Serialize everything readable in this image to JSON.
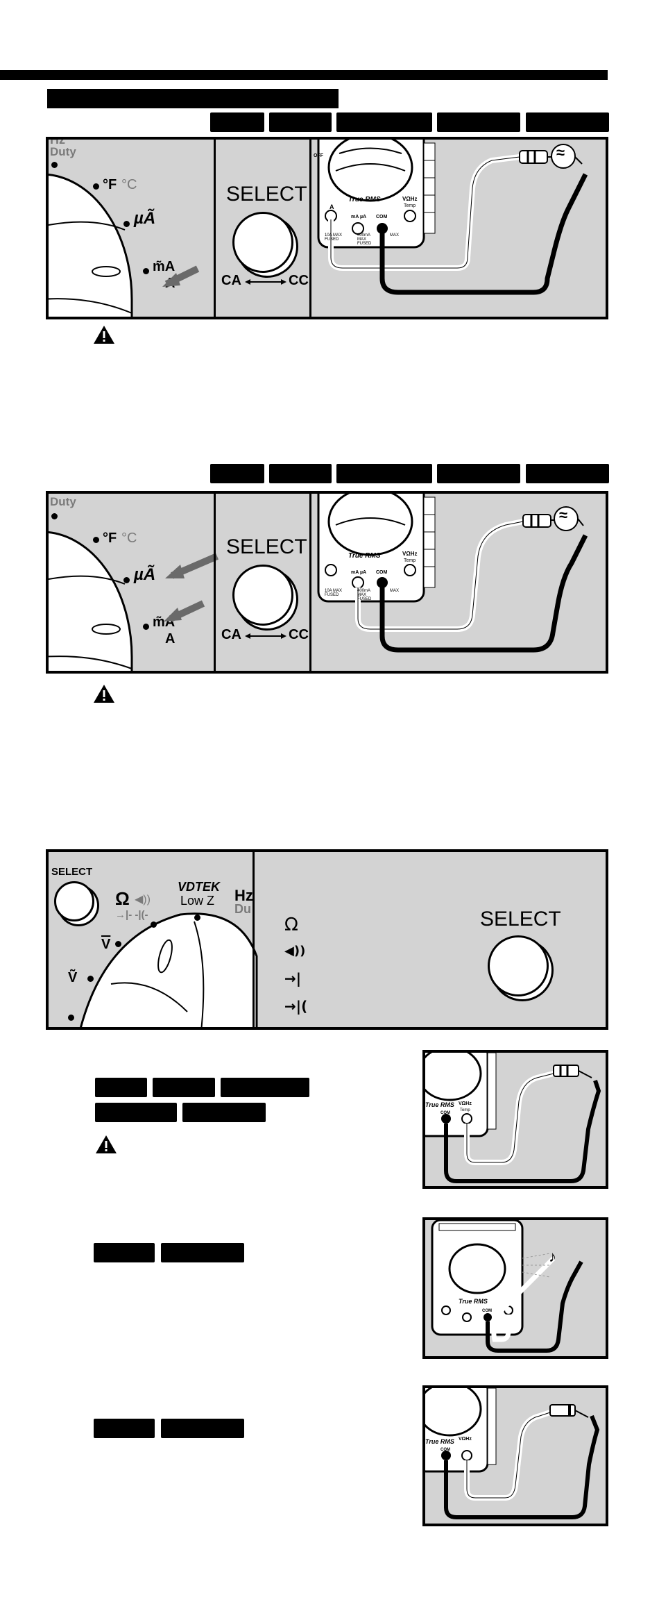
{
  "section1": {
    "labels": {
      "hz": "Hz",
      "duty": "Duty",
      "degF": "°F",
      "degC": "°C",
      "uA": "µÃ",
      "mA": "m̃A",
      "A": "A",
      "select": "SELECT",
      "ca": "CA",
      "cc": "CC"
    },
    "meter": {
      "true_rms": "True RMS",
      "com": "COM",
      "a": "A",
      "ma_ua": "mA µA",
      "vohz": "VΩHz",
      "temp": "Temp",
      "off": "OFF",
      "fused_10a": "10A MAX FUSED",
      "fused_400": "400mA MAX FUSED",
      "max": "MAX"
    },
    "ac_symbol": "≈"
  },
  "section2": {
    "labels": {
      "duty": "Duty",
      "degF": "°F",
      "degC": "°C",
      "uA": "µÃ",
      "mA": "m̃A",
      "A": "A",
      "select": "SELECT",
      "ca": "CA",
      "cc": "CC"
    },
    "meter": {
      "true_rms": "True RMS",
      "com": "COM",
      "ma_ua": "mA µA",
      "vohz": "VΩHz",
      "temp": "Temp",
      "fused_10a": "10A MAX FUSED",
      "fused_400": "400mA MAX FUSED",
      "max": "MAX"
    },
    "ac_symbol": "≈"
  },
  "section3": {
    "labels": {
      "select_small": "SELECT",
      "ohm": "Ω",
      "vdtek": "VDTEK",
      "lowz": "Low Z",
      "hz": "Hz",
      "du": "Du",
      "v_dc": "V",
      "v_ac": "Ṽ",
      "select": "SELECT"
    },
    "modes": [
      "Ω",
      "◀))",
      "→|",
      "→|("
    ]
  },
  "section4": {
    "meter": {
      "true_rms": "True RMS",
      "com": "COM",
      "vohz": "VΩHz",
      "temp": "Temp"
    }
  },
  "section5": {
    "meter": {
      "true_rms": "True RMS",
      "com": "COM"
    }
  },
  "section6": {
    "meter": {
      "true_rms": "True RMS",
      "com": "COM",
      "vohz": "VΩHz"
    }
  }
}
